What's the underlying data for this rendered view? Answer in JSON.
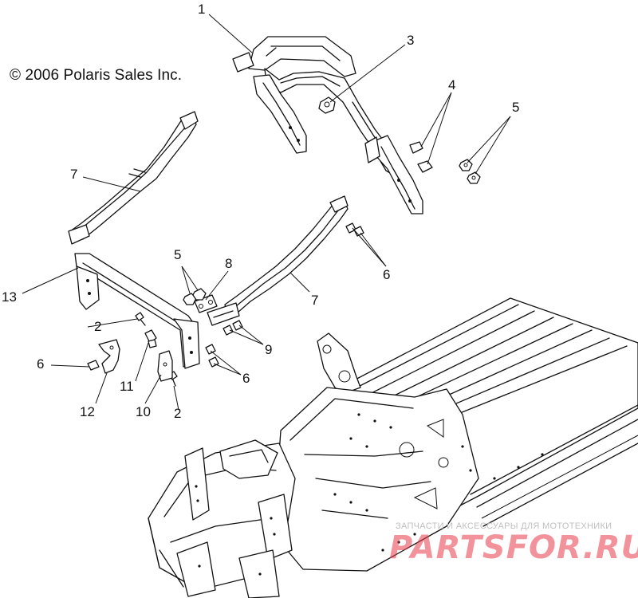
{
  "copyright": "© 2006 Polaris Sales Inc.",
  "callouts": [
    {
      "id": "1",
      "label": "1"
    },
    {
      "id": "2a",
      "label": "2"
    },
    {
      "id": "2b",
      "label": "2"
    },
    {
      "id": "3",
      "label": "3"
    },
    {
      "id": "4",
      "label": "4"
    },
    {
      "id": "5a",
      "label": "5"
    },
    {
      "id": "5b",
      "label": "5"
    },
    {
      "id": "6a",
      "label": "6"
    },
    {
      "id": "6b",
      "label": "6"
    },
    {
      "id": "6c",
      "label": "6"
    },
    {
      "id": "7a",
      "label": "7"
    },
    {
      "id": "7b",
      "label": "7"
    },
    {
      "id": "8",
      "label": "8"
    },
    {
      "id": "9",
      "label": "9"
    },
    {
      "id": "10",
      "label": "10"
    },
    {
      "id": "11",
      "label": "11"
    },
    {
      "id": "12",
      "label": "12"
    },
    {
      "id": "13",
      "label": "13"
    }
  ],
  "watermark": {
    "tagline": "ЗАПЧАСТИ И АКСЕССУАРЫ ДЛЯ МОТОТЕХНИКИ",
    "logo": "PARTSFOR.RU",
    "color": "#e83a48"
  }
}
